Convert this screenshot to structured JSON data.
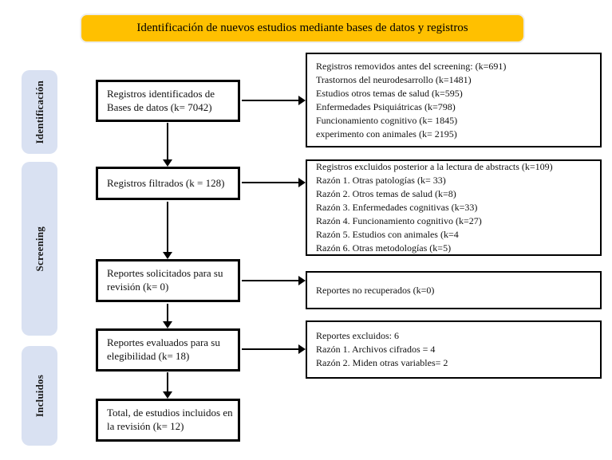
{
  "title": "Identificación de nuevos estudios mediante bases de datos y registros",
  "colors": {
    "banner_bg": "#FFC000",
    "sidebar_bg": "#D9E1F2",
    "border": "#000000"
  },
  "sidebar": {
    "items": [
      {
        "label": "Identificación"
      },
      {
        "label": "Screening"
      },
      {
        "label": "Incluidos"
      }
    ]
  },
  "flow": {
    "left_boxes": [
      {
        "text": "Registros identificados de Bases de datos (k= 7042)"
      },
      {
        "text": "Registros filtrados (k = 128)"
      },
      {
        "text": "Reportes solicitados para su revisión (k= 0)"
      },
      {
        "text": "Reportes evaluados para su elegibilidad (k= 18)"
      },
      {
        "text": "Total, de estudios incluidos en la revisión (k= 12)"
      }
    ],
    "right_boxes": [
      {
        "lines": [
          "Registros removidos antes del screening: (k=691)",
          "Trastornos del neurodesarrollo (k=1481)",
          "Estudios otros temas de salud (k=595)",
          "Enfermedades Psiquiátricas (k=798)",
          "Funcionamiento cognitivo (k= 1845)",
          "experimento con animales (k= 2195)"
        ]
      },
      {
        "lines": [
          "Registros excluidos posterior a la lectura de abstracts (k=109)",
          "Razón 1. Otras patologías (k= 33)",
          "Razón 2. Otros temas de salud (k=8)",
          "Razón 3. Enfermedades cognitivas (k=33)",
          "Razón 4. Funcionamiento cognitivo (k=27)",
          "Razón 5. Estudios con animales (k=4",
          "Razón 6. Otras metodologías (k=5)"
        ]
      },
      {
        "lines": [
          "Reportes no recuperados (k=0)"
        ]
      },
      {
        "lines": [
          "Reportes excluidos: 6",
          "Razón 1. Archivos cifrados = 4",
          "Razón 2. Miden otras variables= 2"
        ]
      }
    ]
  }
}
